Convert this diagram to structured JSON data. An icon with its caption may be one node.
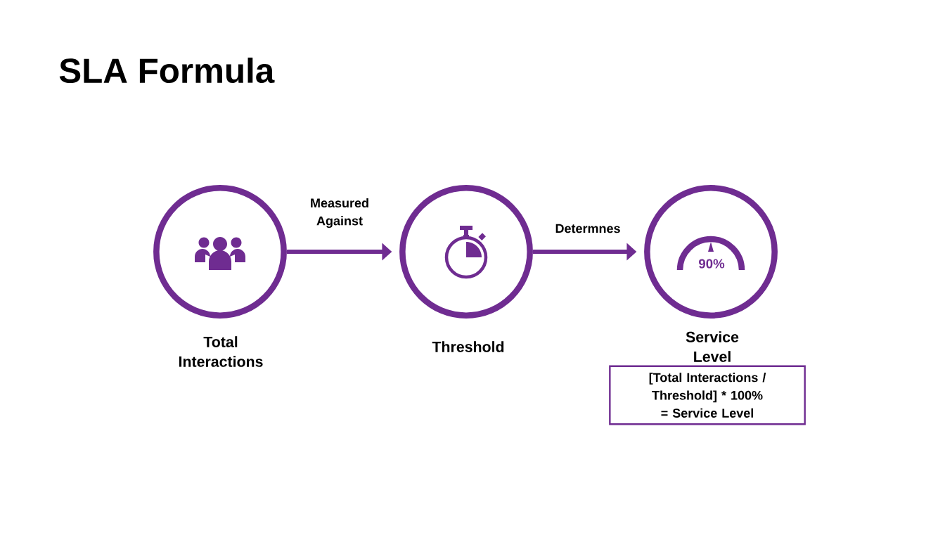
{
  "diagram": {
    "title": "SLA Formula",
    "nodes": [
      {
        "text": [
          "Total Interactions"
        ]
      },
      {
        "text": [
          "Threshold"
        ]
      },
      {
        "text": [
          "90%",
          "Service Level"
        ]
      },
      {
        "text": [
          "[Total Interactions / Threshold] * 100% = Service Level"
        ]
      }
    ],
    "edges": [
      {
        "from": 0,
        "to": 1,
        "arrow": "to",
        "label": "Measured Against"
      },
      {
        "from": 1,
        "to": 2,
        "arrow": "to",
        "label": "Determnes"
      }
    ]
  }
}
